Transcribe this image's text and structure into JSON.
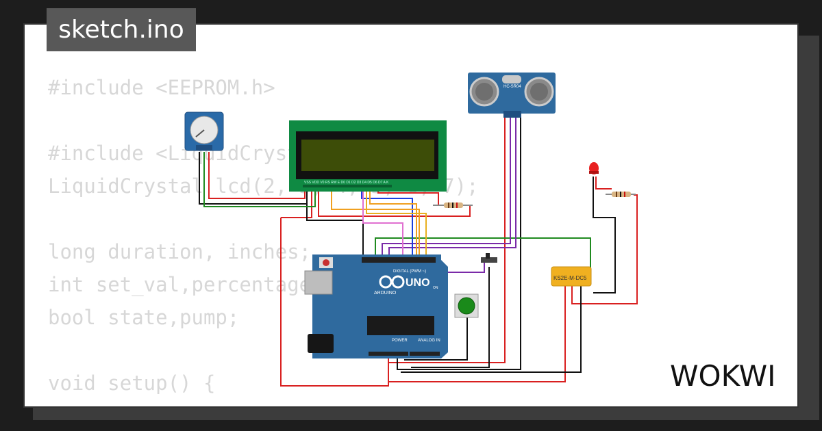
{
  "file_tab": {
    "label": "sketch.ino"
  },
  "code_lines": [
    "#include <EEPROM.h>",
    "",
    "#include <LiquidCrystal.h>",
    "LiquidCrystal lcd(2, 3, 4, 5, 6, 7);",
    "",
    "long duration, inches;",
    "int set_val,percentage;",
    "bool state,pump;",
    "",
    "void setup() {"
  ],
  "components": {
    "arduino": {
      "label": "UNO",
      "brand": "ARDUINO",
      "digital_label": "DIGITAL (PWM ~)",
      "power_label": "POWER",
      "analog_label": "ANALOG IN",
      "on_label": "ON"
    },
    "ultrasonic": {
      "label": "HC-SR04"
    },
    "relay": {
      "label": "KS2E-M-DC5"
    },
    "lcd": {
      "pins_label": "VSS VDD V0 RS RW E D0 D1 D2 D3 D4 D5 D6 D7 A K"
    }
  },
  "brand": {
    "name": "WOKWI"
  },
  "colors": {
    "background": "#1d1d1d",
    "card": "#ffffff",
    "tab": "#585858",
    "code_text": "#d7d7d7",
    "board_blue": "#2f6a9e",
    "lcd_green": "#0f8a43",
    "wire_red": "#d92020",
    "wire_black": "#111111",
    "wire_green": "#1f8a1f",
    "wire_purple": "#7a2aa8",
    "wire_blue": "#1a3fe0",
    "wire_orange": "#f0a020",
    "wire_pink": "#e070d0"
  }
}
